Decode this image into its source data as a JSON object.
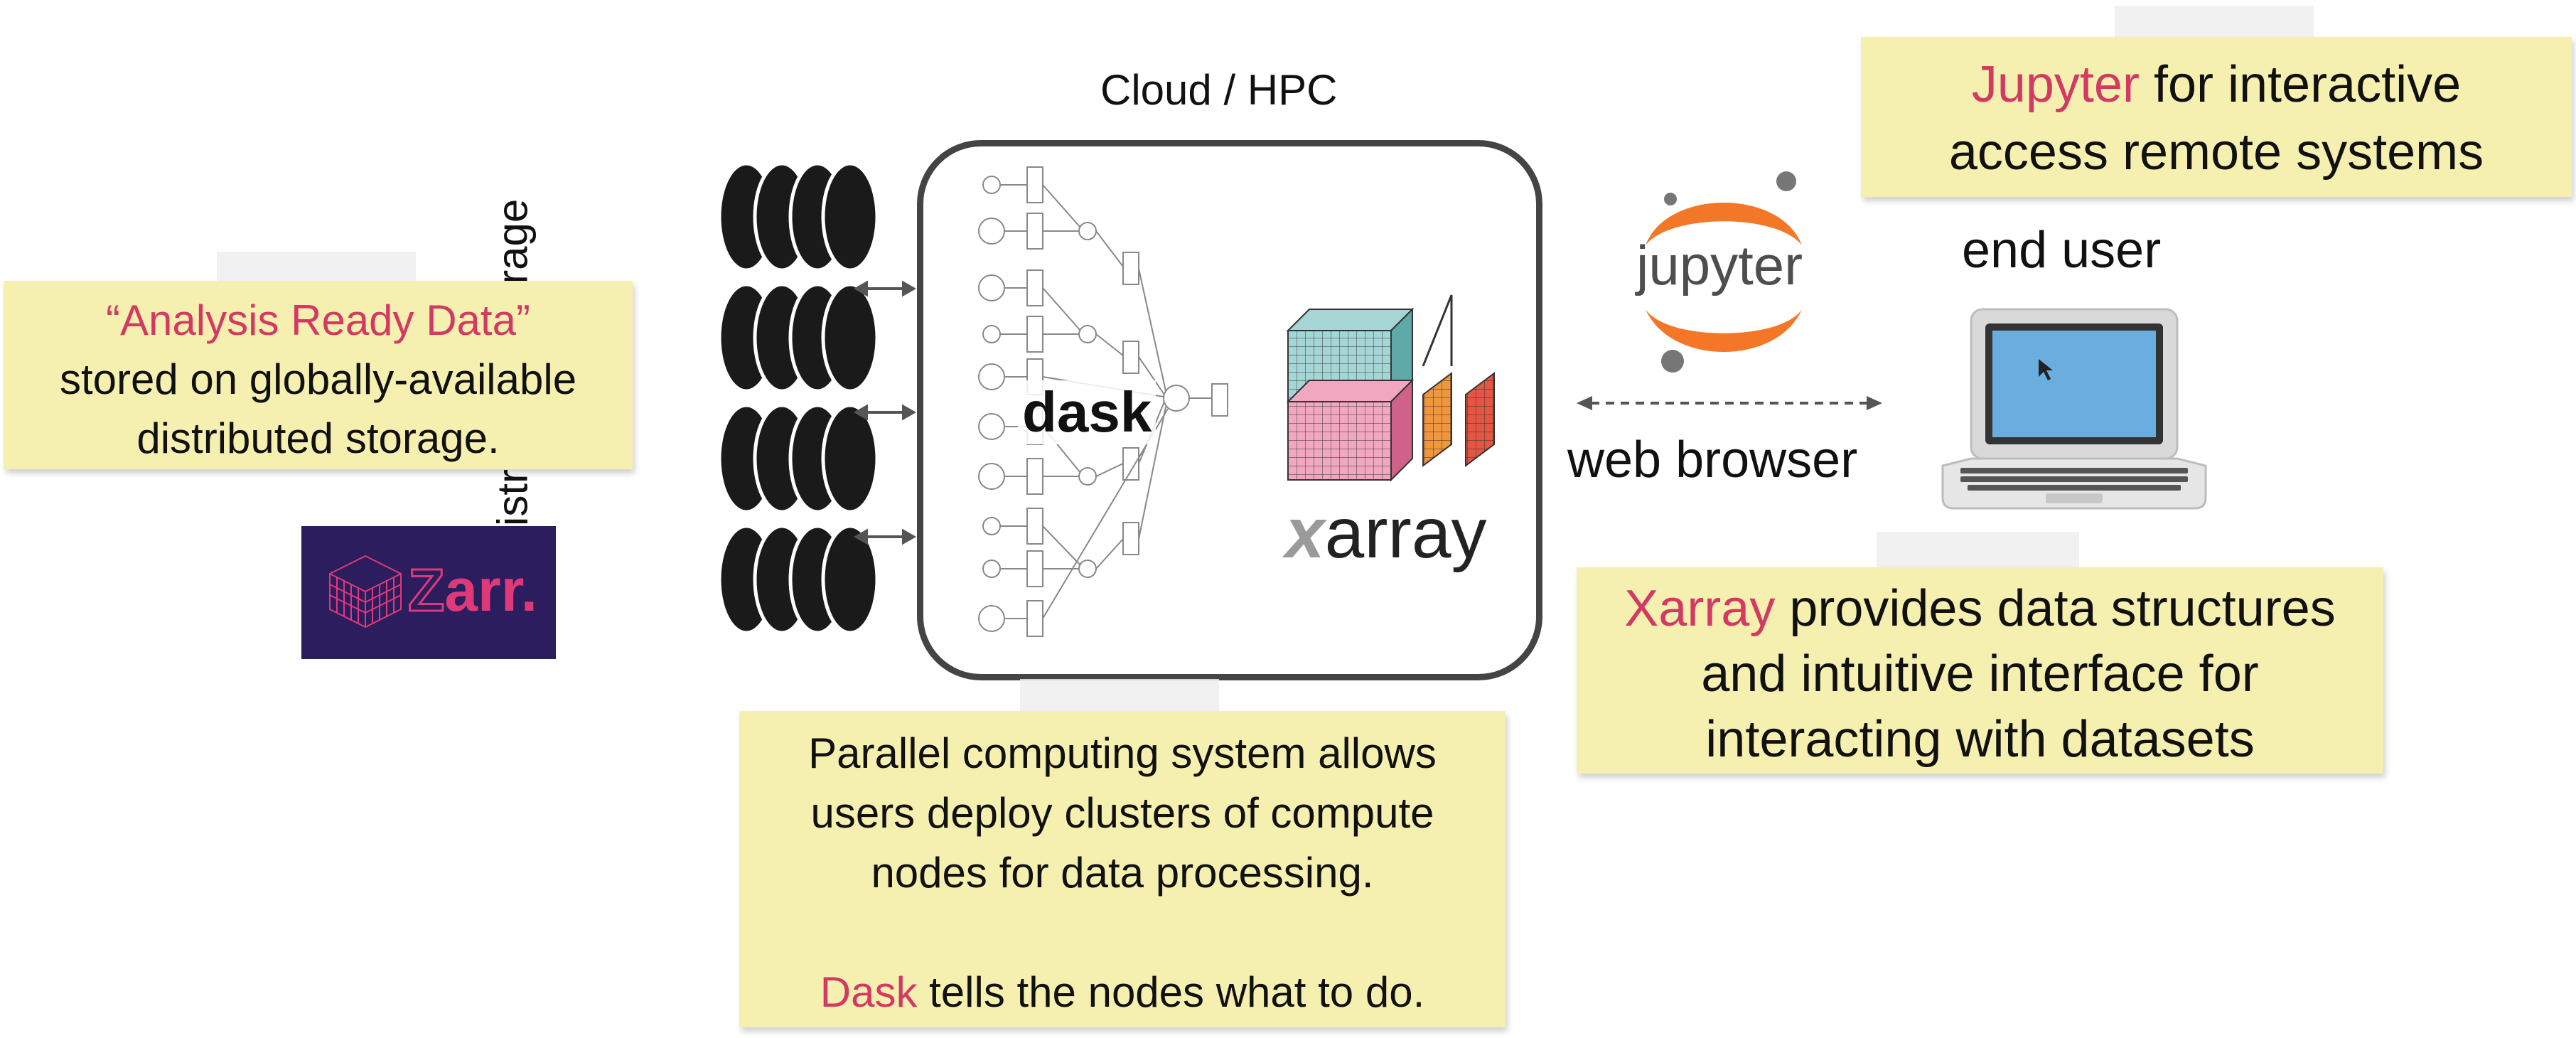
{
  "cloud": {
    "title": "Cloud / HPC"
  },
  "storage": {
    "label": "Distributed storage"
  },
  "notes": {
    "ard": {
      "line1": "“Analysis Ready Data”",
      "line2": "stored on globally-available",
      "line3": "distributed storage."
    },
    "jupyter": {
      "accent": "Jupyter",
      "line1_rest": " for interactive",
      "line2": "access remote systems"
    },
    "xarray": {
      "accent": "Xarray",
      "line1_rest": " provides data structures",
      "line2": "and intuitive interface for",
      "line3": "interacting with datasets"
    },
    "dask": {
      "line1": "Parallel computing system allows",
      "line2": "users deploy clusters of compute",
      "line3": "nodes for data processing.",
      "accent": "Dask",
      "line4_rest": " tells the nodes what to do."
    }
  },
  "logos": {
    "zarr": {
      "z": "Z",
      "rest": "arr."
    },
    "dask": "dask",
    "xarray": {
      "x": "x",
      "rest": "array"
    },
    "jupyter": "jupyter"
  },
  "labels": {
    "end_user": "end user",
    "web_browser": "web browser"
  },
  "colors": {
    "accent": "#d33a63",
    "note": "#f5f0b0",
    "zarr_bg": "#2b1d5e",
    "jupyter_orange": "#f37726",
    "xarray_teal": "#a5d6d5",
    "xarray_pink": "#f2a7c0"
  },
  "icons": [
    "disk-stack-icon",
    "laptop-icon",
    "dask-graph-icon",
    "xarray-cube-icon",
    "jupyter-logo-icon",
    "zarr-logo-icon"
  ]
}
